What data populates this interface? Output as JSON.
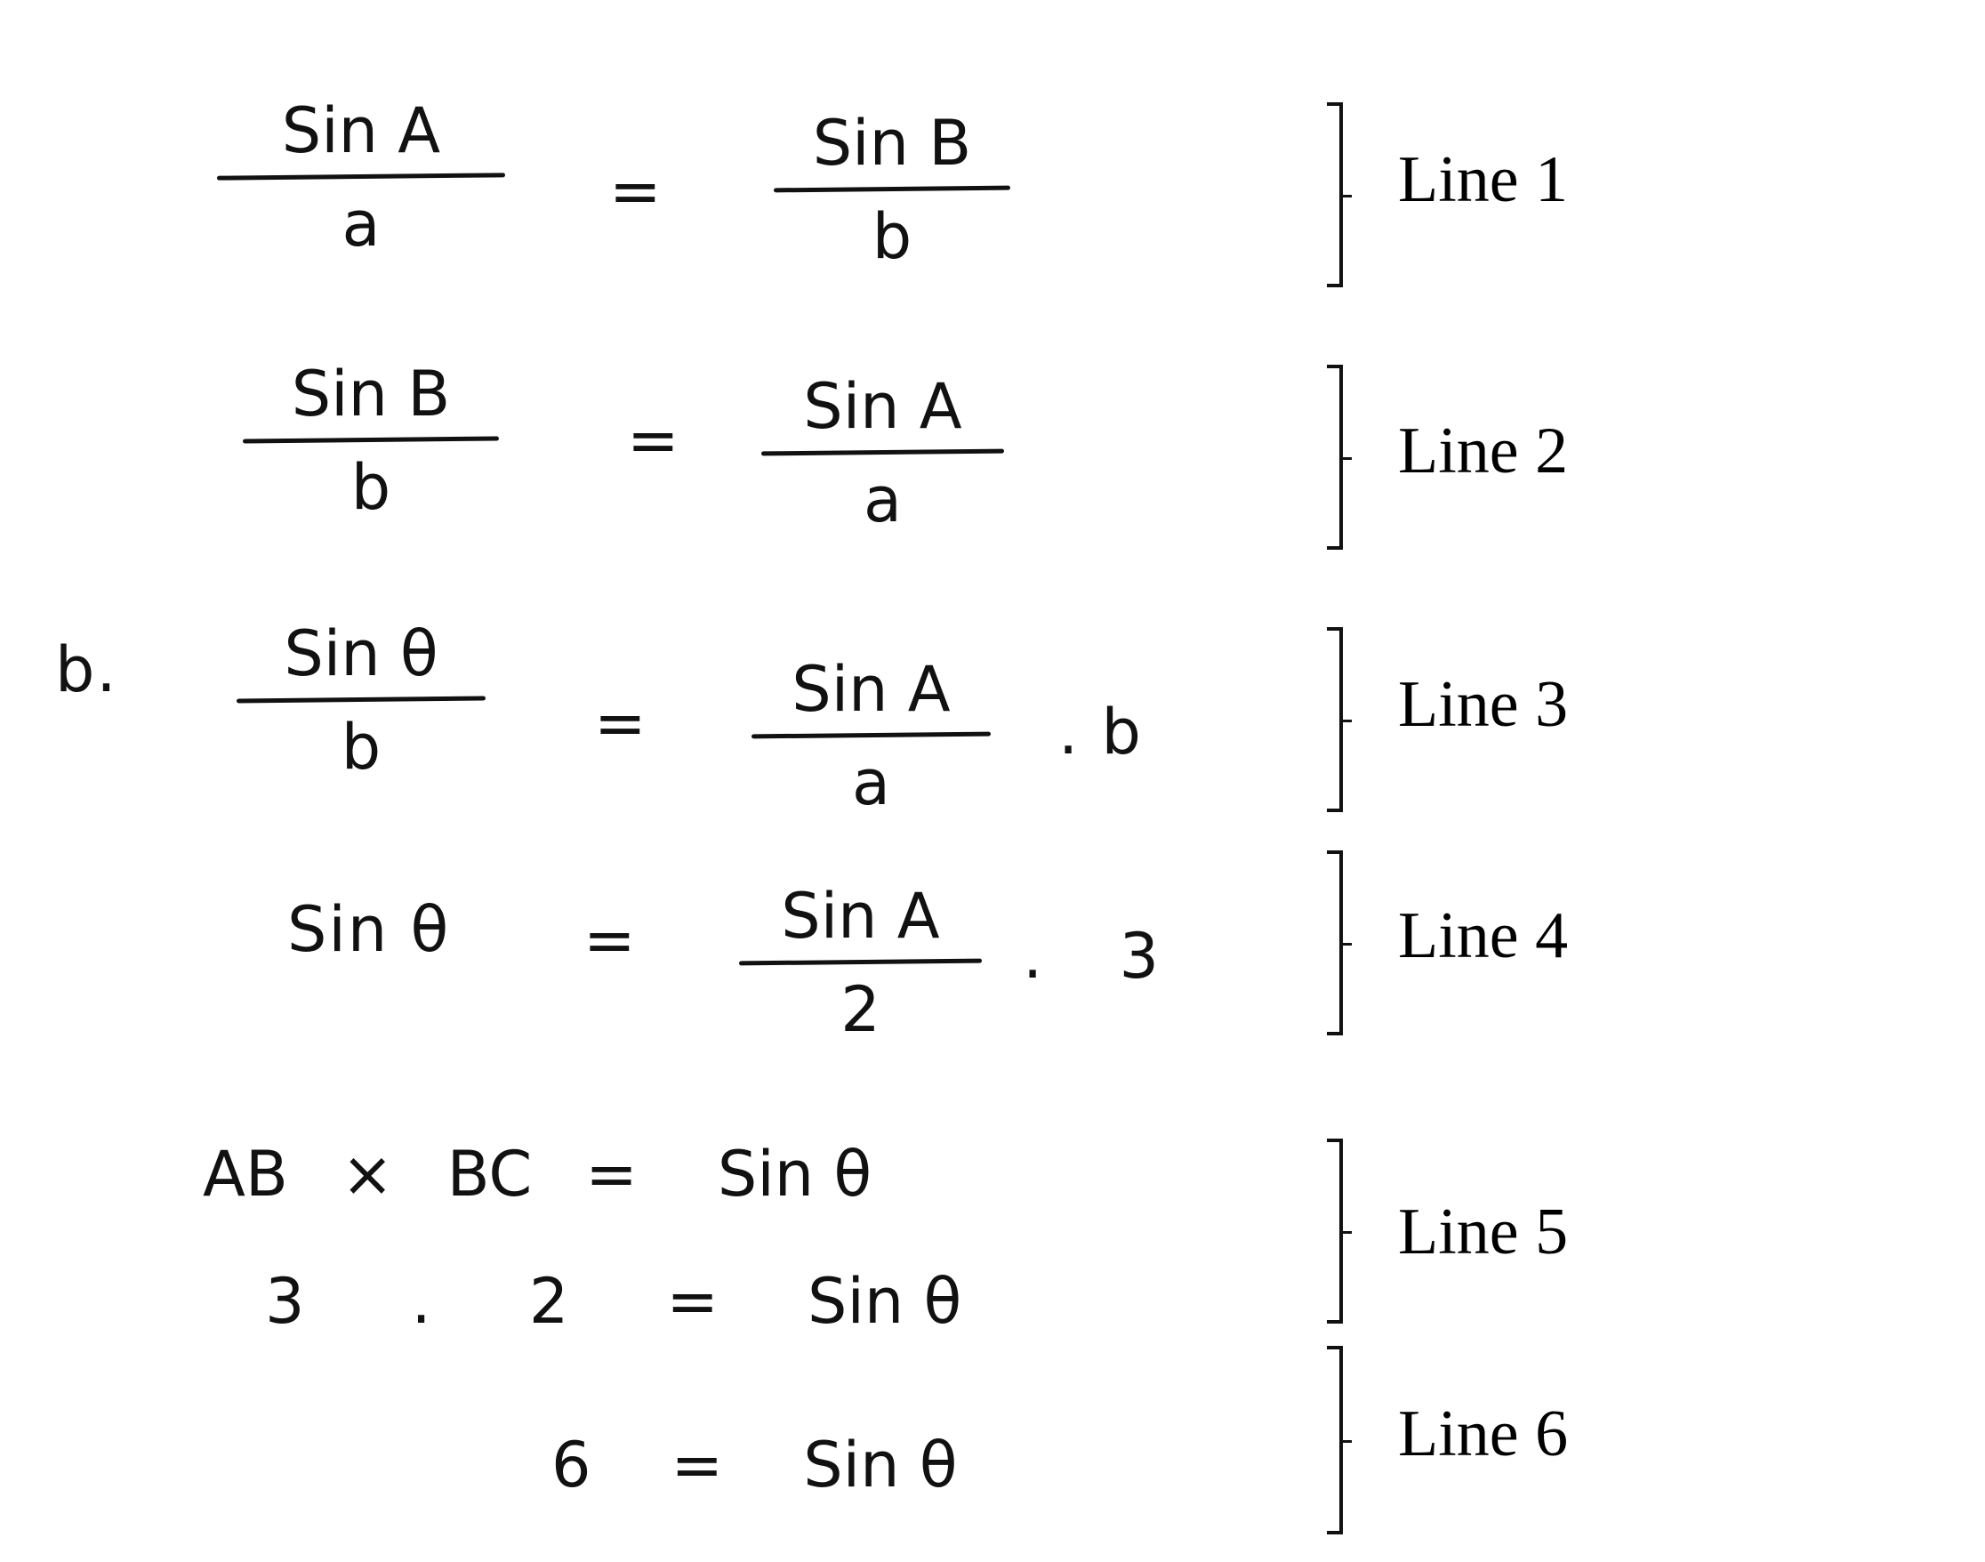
{
  "labels": [
    "Line 1",
    "Line 2",
    "Line 3",
    "Line 4",
    "Line 5",
    "Line 6"
  ],
  "line1": {
    "lhs_num": "Sin A",
    "lhs_den": "a",
    "eq": "=",
    "rhs_num": "Sin B",
    "rhs_den": "b"
  },
  "line2": {
    "lhs_num": "Sin B",
    "lhs_den": "b",
    "eq": "=",
    "rhs_num": "Sin A",
    "rhs_den": "a"
  },
  "line3": {
    "prefix": "b.",
    "lhs_num": "Sin θ",
    "lhs_den": "b",
    "eq": "=",
    "rhs_num": "Sin A",
    "rhs_den": "a",
    "suffix": ". b"
  },
  "line4": {
    "lhs": "Sin θ",
    "eq": "=",
    "rhs_num": "Sin A",
    "rhs_den": "2",
    "suffix": ". 3"
  },
  "line5": {
    "row1": [
      "AB",
      "×",
      "BC",
      "=",
      "Sin θ"
    ],
    "row2": [
      "3",
      ".",
      "2",
      "=",
      "Sin θ"
    ]
  },
  "line6": {
    "lhs": "6",
    "eq": "=",
    "rhs": "Sin θ"
  }
}
